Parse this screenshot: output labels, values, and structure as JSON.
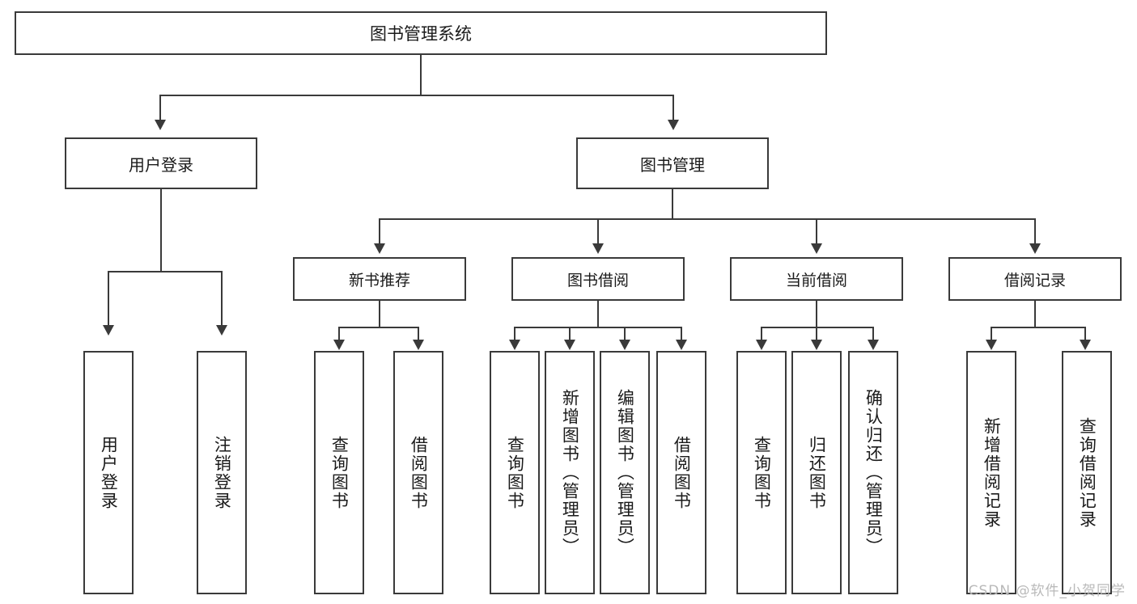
{
  "diagram": {
    "type": "tree",
    "title": "图书管理系统",
    "root": {
      "label": "图书管理系统"
    },
    "level1": [
      {
        "label": "用户登录"
      },
      {
        "label": "图书管理"
      }
    ],
    "level2": [
      {
        "label": "新书推荐"
      },
      {
        "label": "图书借阅"
      },
      {
        "label": "当前借阅"
      },
      {
        "label": "借阅记录"
      }
    ],
    "leaves": {
      "user_login": [
        {
          "label": "用户登录"
        },
        {
          "label": "注销登录"
        }
      ],
      "new_book_recommend": [
        {
          "label": "查询图书"
        },
        {
          "label": "借阅图书"
        }
      ],
      "book_borrow": [
        {
          "label": "查询图书"
        },
        {
          "label": "新增图书（管理员）"
        },
        {
          "label": "编辑图书（管理员）"
        },
        {
          "label": "借阅图书"
        }
      ],
      "current_borrow": [
        {
          "label": "查询图书"
        },
        {
          "label": "归还图书"
        },
        {
          "label": "确认归还（管理员）"
        }
      ],
      "borrow_record": [
        {
          "label": "新增借阅记录"
        },
        {
          "label": "查询借阅记录"
        }
      ]
    }
  },
  "watermark": {
    "text": "CSDN @软件_小贺同学"
  },
  "colors": {
    "border": "#3a3a3a",
    "text": "#1a1a1a",
    "background": "#ffffff",
    "watermark": "#b9b9b9"
  }
}
